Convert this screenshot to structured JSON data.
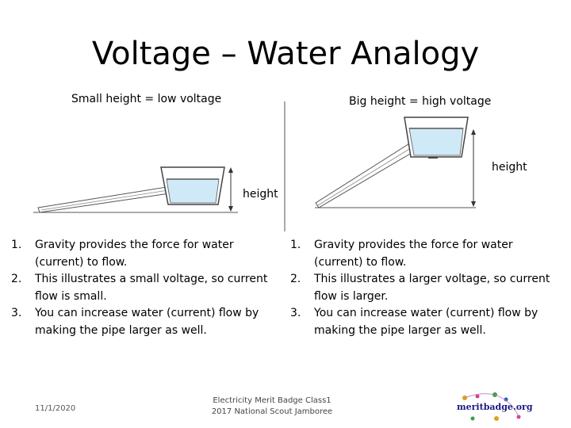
{
  "title": "Voltage – Water Analogy",
  "captions": {
    "left": "Small height = low voltage",
    "right": "Big height = high voltage"
  },
  "height_labels": {
    "left": "height",
    "right": "height"
  },
  "lists": {
    "left": [
      {
        "num": "1.",
        "text": "Gravity provides the force for water (current) to flow."
      },
      {
        "num": "2.",
        "text": "This illustrates a small voltage, so current flow is small."
      },
      {
        "num": "3.",
        "text": "You can increase water (current) flow by making the pipe larger as well."
      }
    ],
    "right": [
      {
        "num": "1.",
        "text": "Gravity provides the force for water (current) to flow."
      },
      {
        "num": "2.",
        "text": "This illustrates a larger voltage, so current flow is larger."
      },
      {
        "num": "3.",
        "text": "You can increase water (current) flow by making the pipe larger as well."
      }
    ]
  },
  "footer": {
    "date": "11/1/2020",
    "line1": "Electricity Merit Badge Class1",
    "line2": "2017 National Scout Jamboree",
    "logo_text": "meritbadge.org"
  },
  "colors": {
    "water": "#cfe9f7",
    "ink": "#444444"
  }
}
